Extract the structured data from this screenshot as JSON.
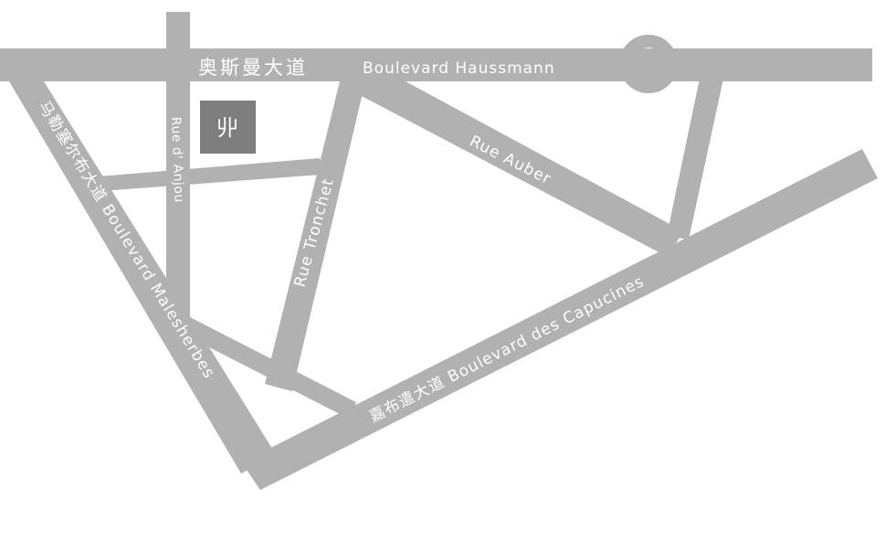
{
  "map": {
    "streets": {
      "haussmann": {
        "label_cn": "奥斯曼大道",
        "label": "Boulevard Haussmann"
      },
      "capucines": {
        "label": "嘉布遣大道 Boulevard des Capucines"
      },
      "malesherbes": {
        "label": "马勒塞尔布大道 Boulevard Malesherbes"
      },
      "tronchet": {
        "label": "Rue Tronchet"
      },
      "auber": {
        "label": "Rue Auber"
      },
      "anjou": {
        "label": "Rue d' Anjou"
      }
    },
    "marker": {
      "glyph": "丱",
      "icon": "location-logo-icon",
      "color": "#7d7d7d"
    },
    "colors": {
      "road": "#b1b1b1",
      "background": "#ffffff",
      "label_text": "#ffffff"
    }
  }
}
